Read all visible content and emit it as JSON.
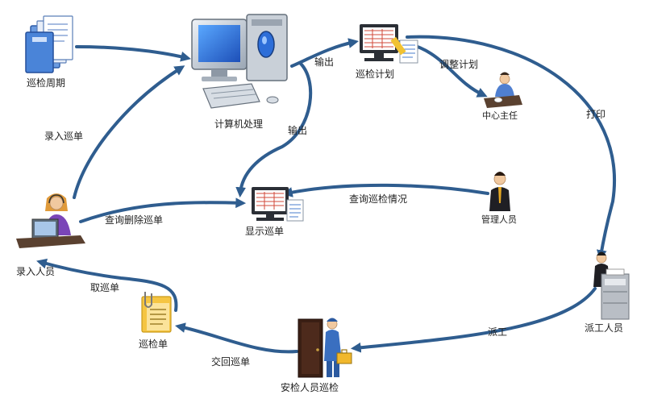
{
  "nodes": {
    "cycle": "巡检周期",
    "computer": "计算机处理",
    "plan": "巡检计划",
    "director": "中心主任",
    "display": "显示巡单",
    "manager": "管理人员",
    "clerk": "录入人员",
    "form": "巡检单",
    "inspector": "安检人员巡检",
    "dispatcher": "派工人员"
  },
  "edges": {
    "enter_form": "录入巡单",
    "output_top": "输出",
    "adjust_plan": "调整计划",
    "output_mid": "输出",
    "print": "打印",
    "query_delete": "查询删除巡单",
    "query_status": "查询巡检情况",
    "take_form": "取巡单",
    "dispatch": "派工",
    "return_form": "交回巡单"
  },
  "colors": {
    "arrow": "#2f5d8f"
  }
}
